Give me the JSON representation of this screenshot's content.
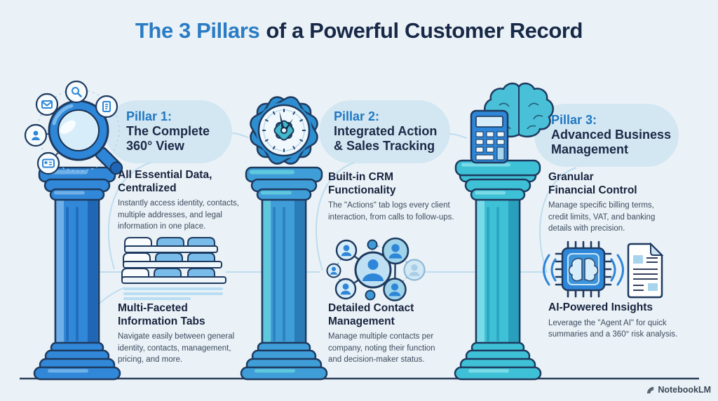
{
  "title": {
    "highlight": "The 3 Pillars",
    "rest": "of a Powerful Customer Record"
  },
  "pillars": [
    {
      "badge": {
        "label": "Pillar 1:",
        "title": "The Complete\n360° View"
      },
      "top_icon": "magnifier-orbit",
      "satellite_icons": [
        "mail",
        "search",
        "document",
        "person",
        "id-card"
      ],
      "middle_icon": "folder-tabs",
      "sections": [
        {
          "heading": "All Essential Data,\nCentralized",
          "body": "Instantly access identity, contacts,\nmultiple addresses, and legal\ninformation in one place."
        },
        {
          "heading": "Multi-Faceted\nInformation Tabs",
          "body": "Navigate easily between general\nidentity, contacts, management,\npricing, and more."
        }
      ]
    },
    {
      "badge": {
        "label": "Pillar 2:",
        "title": "Integrated Action\n& Sales Tracking"
      },
      "top_icon": "gear-clock",
      "middle_icon": "contact-network",
      "sections": [
        {
          "heading": "Built-in CRM\nFunctionality",
          "body": "The \"Actions\" tab logs every client\ninteraction, from calls to follow-ups."
        },
        {
          "heading": "Detailed Contact\nManagement",
          "body": "Manage multiple contacts per\ncompany, noting their function\nand decision-maker status."
        }
      ]
    },
    {
      "badge": {
        "label": "Pillar 3:",
        "title": "Advanced Business\nManagement"
      },
      "top_icon": "calculator-brain",
      "middle_icon": "ai-chip-document",
      "sections": [
        {
          "heading": "Granular\nFinancial Control",
          "body": "Manage specific billing terms,\ncredit limits, VAT, and banking\ndetails with precision."
        },
        {
          "heading": "AI-Powered Insights",
          "body": "Leverage the \"Agent AI\" for quick\nsummaries and a 360° risk analysis."
        }
      ]
    }
  ],
  "watermark": {
    "label": "NotebookLM"
  },
  "colors": {
    "background": "#eaf2f7",
    "accent_blue": "#2178c2",
    "heading_navy": "#17233e",
    "body_text": "#3d4a5e",
    "badge_bg": "#d3e7f2",
    "outline_navy": "#1e3a5f",
    "pillar1": "#3187d8",
    "pillar2": "#3f9ed8",
    "pillar3": "#3ec1d6"
  }
}
